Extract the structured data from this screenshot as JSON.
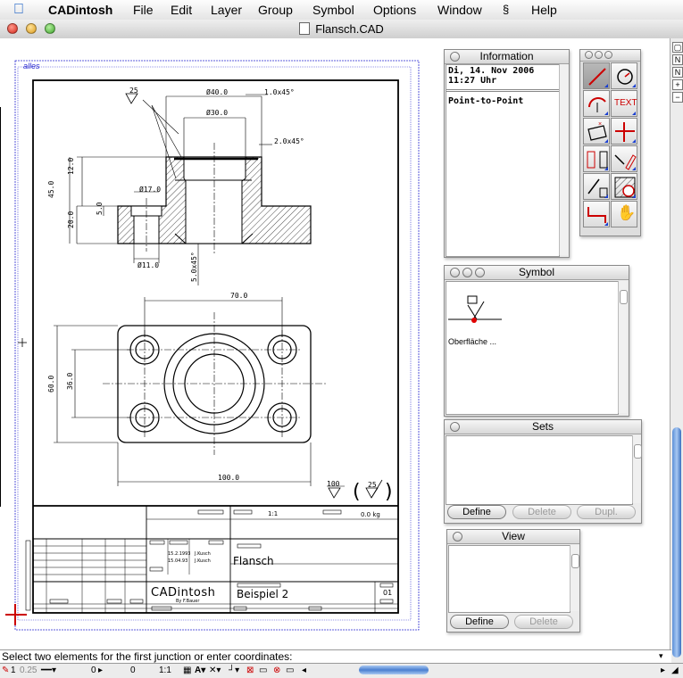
{
  "menubar": {
    "app": "CADintosh",
    "items": [
      "File",
      "Edit",
      "Layer",
      "Group",
      "Symbol",
      "Options",
      "Window",
      "Help"
    ]
  },
  "window": {
    "title": "Flansch.CAD"
  },
  "drawing": {
    "layer_label": "alles",
    "dim": {
      "d40": "Ø40.0",
      "c1": "1.0x45°",
      "d30": "Ø30.0",
      "c2": "2.0x45°",
      "d17": "Ø17.0",
      "d11": "Ø11.0",
      "h12": "12.0",
      "h45": "45.0",
      "h5": "5.0",
      "h20": "20.0",
      "c5": "5.0x45°",
      "w70": "70.0",
      "w100": "100.0",
      "v60": "60.0",
      "v36": "36.0"
    },
    "surface": {
      "s25": "25",
      "s100": "100",
      "s25b": "25"
    },
    "title_block": {
      "scale": "1:1",
      "weight": "0.0 kg",
      "date1": "15.2.1993",
      "name1": "J.Kusch",
      "date2": "15.04.93",
      "name2": "J.Kusch",
      "part": "Flansch",
      "brand": "CADintosh",
      "by": "By F.Bauer",
      "drawing": "Beispiel 2",
      "sheet": "01"
    }
  },
  "info_panel": {
    "title": "Information",
    "date": "Di, 14. Nov 2006",
    "time": "11:27 Uhr",
    "mode": "Point-to-Point"
  },
  "symbol_panel": {
    "title": "Symbol",
    "item": "Oberfläche ..."
  },
  "sets_panel": {
    "title": "Sets",
    "define": "Define",
    "delete": "Delete",
    "dupl": "Dupl."
  },
  "view_panel": {
    "title": "View",
    "define": "Define",
    "delete": "Delete"
  },
  "tools": {
    "text": "TEXT"
  },
  "status": {
    "message": "Select two elements for the first junction or enter coordinates:"
  },
  "bottombar": {
    "pen": "1",
    "width": "0.25",
    "v1": "0",
    "v2": "0",
    "scale": "1:1"
  }
}
